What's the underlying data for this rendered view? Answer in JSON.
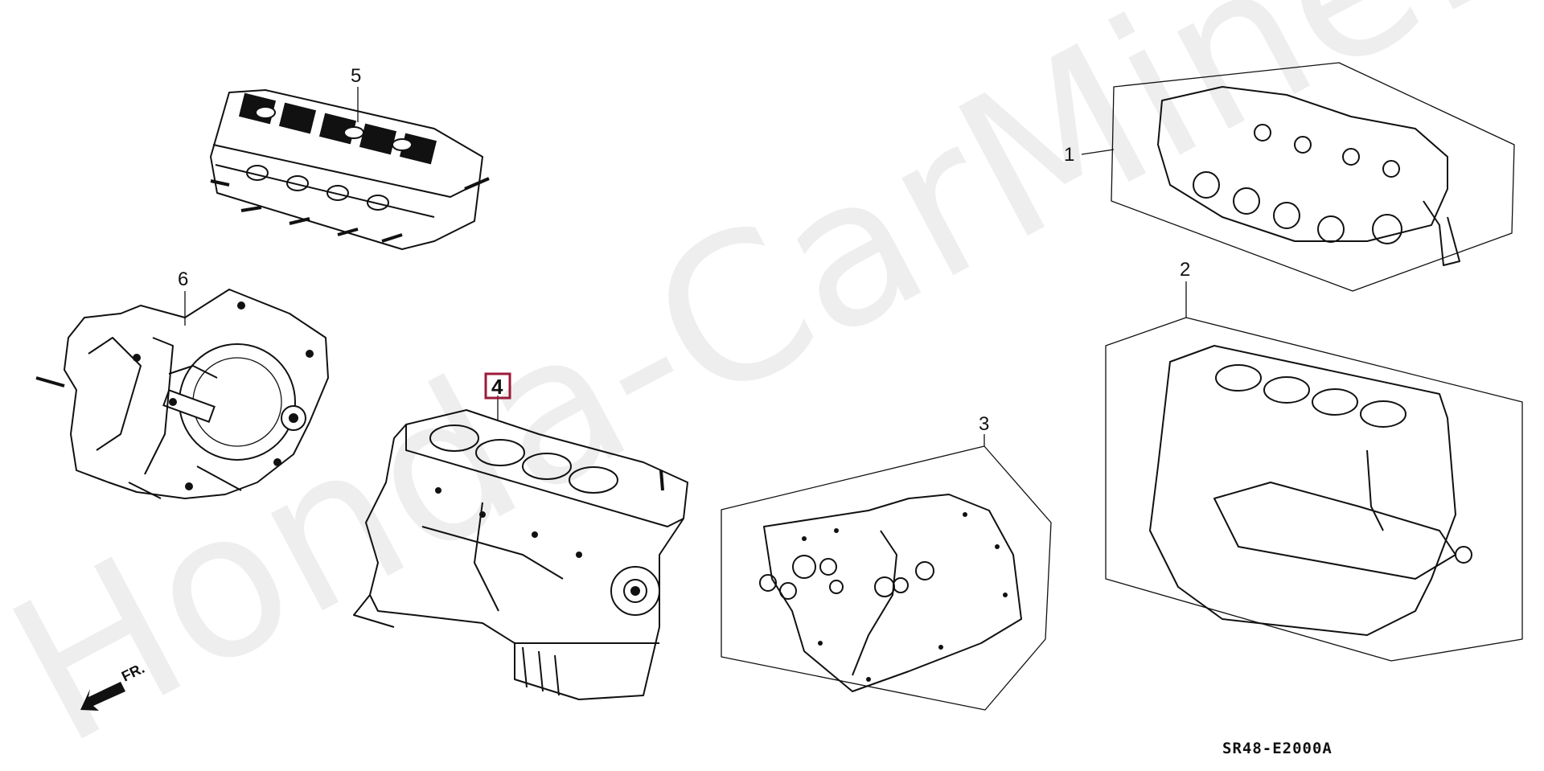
{
  "watermark": "Honda-CarMine.ru",
  "diagram_code": "SR48-E2000A",
  "direction_label": "FR.",
  "callouts": [
    {
      "id": "1",
      "label": "1"
    },
    {
      "id": "2",
      "label": "2"
    },
    {
      "id": "3",
      "label": "3"
    },
    {
      "id": "4",
      "label": "4",
      "highlighted": true,
      "highlight_color": "#9b1b3a"
    },
    {
      "id": "5",
      "label": "5"
    },
    {
      "id": "6",
      "label": "6"
    }
  ],
  "colors": {
    "line": "#111111",
    "watermark": "#eeeeee",
    "highlight": "#9b1b3a"
  }
}
